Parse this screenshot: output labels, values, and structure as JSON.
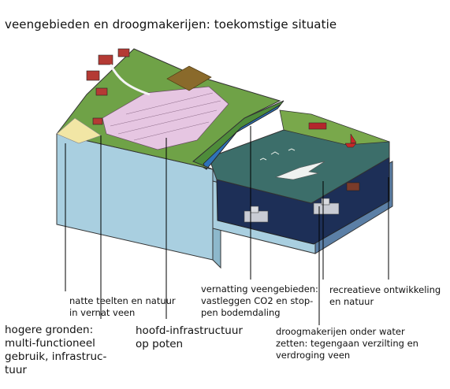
{
  "title": "veengebieden en droogmakerijen: toekomstige situatie",
  "labels": {
    "natte_teelten": [
      "natte teelten en natuur",
      "in vernat veen"
    ],
    "hogere_gronden": [
      "hogere gronden:",
      "multi-functioneel",
      "gebruik, infrastruc-",
      "tuur"
    ],
    "hoofd_infra": [
      "hoofd-infrastructuur",
      "op poten"
    ],
    "vernatting": [
      "vernatting veengebieden:",
      "vastleggen CO2 en stop-",
      "pen bodemdaling"
    ],
    "recreatief": [
      "recreatieve ontwikkeling",
      "en natuur"
    ],
    "droogmakerijen": [
      "droogmakerijen onder water",
      "zetten: tegengaan verzilting en",
      "verdroging veen"
    ]
  }
}
